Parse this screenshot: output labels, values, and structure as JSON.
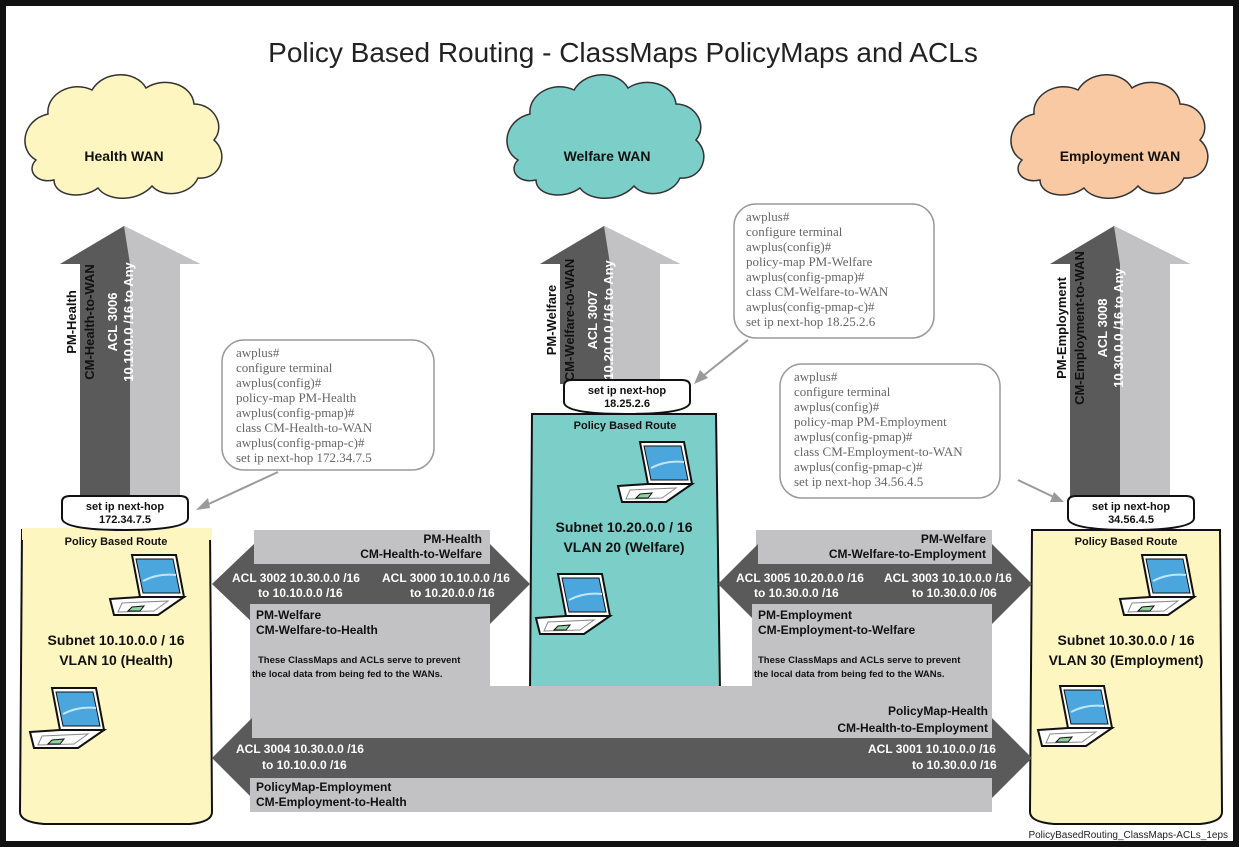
{
  "title": "Policy Based Routing - ClassMaps PolicyMaps and ACLs",
  "footer": "PolicyBasedRouting_ClassMaps-ACLs_1eps",
  "colors": {
    "health": "#fef6c0",
    "welfare": "#7ccfc8",
    "employment": "#f8c9a3",
    "dark_arrow": "#5a5a5a",
    "light_arrow": "#c2c2c4"
  },
  "wans": {
    "health": "Health WAN",
    "welfare": "Welfare WAN",
    "employment": "Employment WAN"
  },
  "uplinks": {
    "health": {
      "pm": "PM-Health",
      "cm": "CM-Health-to-WAN",
      "acl": "ACL 3006",
      "range": "10.10.0.0 /16 to Any"
    },
    "welfare": {
      "pm": "PM-Welfare",
      "cm": "CM-Welfare-to-WAN",
      "acl": "ACL 3007",
      "range": "10.20.0.0 /16 to Any"
    },
    "employment": {
      "pm": "PM-Employment",
      "cm": "CM-Employment-to-WAN",
      "acl": "ACL 3008",
      "range": "10.30.0.0 /16 to Any"
    }
  },
  "nexthops": {
    "health": {
      "label": "set ip next-hop",
      "ip": "172.34.7.5"
    },
    "welfare": {
      "label": "set ip next-hop",
      "ip": "18.25.2.6"
    },
    "employment": {
      "label": "set ip next-hop",
      "ip": "34.56.4.5"
    }
  },
  "configs": {
    "health": [
      "awplus#",
      "configure terminal",
      "awplus(config)#",
      "policy-map PM-Health",
      "awplus(config-pmap)#",
      "class CM-Health-to-WAN",
      "awplus(config-pmap-c)#",
      "set ip next-hop 172.34.7.5"
    ],
    "welfare": [
      "awplus#",
      "configure terminal",
      "awplus(config)#",
      "policy-map PM-Welfare",
      "awplus(config-pmap)#",
      "class CM-Welfare-to-WAN",
      "awplus(config-pmap-c)#",
      "set ip next-hop 18.25.2.6"
    ],
    "employment": [
      "awplus#",
      "configure terminal",
      "awplus(config)#",
      "policy-map PM-Employment",
      "awplus(config-pmap)#",
      "class CM-Employment-to-WAN",
      "awplus(config-pmap-c)#",
      "set ip next-hop 34.56.4.5"
    ]
  },
  "subnets": {
    "health": {
      "header": "Policy Based Route",
      "subnet": "Subnet 10.10.0.0 / 16",
      "vlan": "VLAN 10 (Health)"
    },
    "welfare": {
      "header": "Policy Based Route",
      "subnet": "Subnet 10.20.0.0 / 16",
      "vlan": "VLAN 20 (Welfare)"
    },
    "employment": {
      "header": "Policy Based Route",
      "subnet": "Subnet 10.30.0.0 / 16",
      "vlan": "VLAN 30 (Employment)"
    }
  },
  "links": {
    "hw_top": {
      "pm": "PM-Health",
      "cm": "CM-Health-to-Welfare"
    },
    "hw_acl_left": {
      "acl": "ACL 3002 10.30.0.0 /16",
      "to": "to  10.10.0.0 /16"
    },
    "hw_acl_right": {
      "acl": "ACL 3000 10.10.0.0 /16",
      "to": "to  10.20.0.0 /16"
    },
    "hw_bottom": {
      "pm": "PM-Welfare",
      "cm": "CM-Welfare-to-Health"
    },
    "we_top": {
      "pm": "PM-Welfare",
      "cm": "CM-Welfare-to-Employment"
    },
    "we_acl_left": {
      "acl": "ACL 3005 10.20.0.0 /16",
      "to": "to  10.30.0.0 /16"
    },
    "we_acl_right": {
      "acl": "ACL 3003 10.10.0.0 /16",
      "to": "to  10.30.0.0 /06"
    },
    "we_bottom": {
      "pm": "PM-Employment",
      "cm": "CM-Employment-to-Welfare"
    },
    "note_left": [
      "These ClassMaps and ACLs serve to prevent",
      "the local data from being fed to the WANs."
    ],
    "note_right": [
      "These ClassMaps and ACLs serve to prevent",
      "the local data from being fed to the WANs."
    ],
    "he_top": {
      "pm": "PolicyMap-Health",
      "cm": "CM-Health-to-Employment"
    },
    "he_acl_left": {
      "acl": "ACL 3004 10.30.0.0 /16",
      "to": "to  10.10.0.0 /16"
    },
    "he_acl_right": {
      "acl": "ACL 3001 10.10.0.0 /16",
      "to": "to  10.30.0.0 /16"
    },
    "he_bottom": {
      "pm": "PolicyMap-Employment",
      "cm": "CM-Employment-to-Health"
    }
  }
}
